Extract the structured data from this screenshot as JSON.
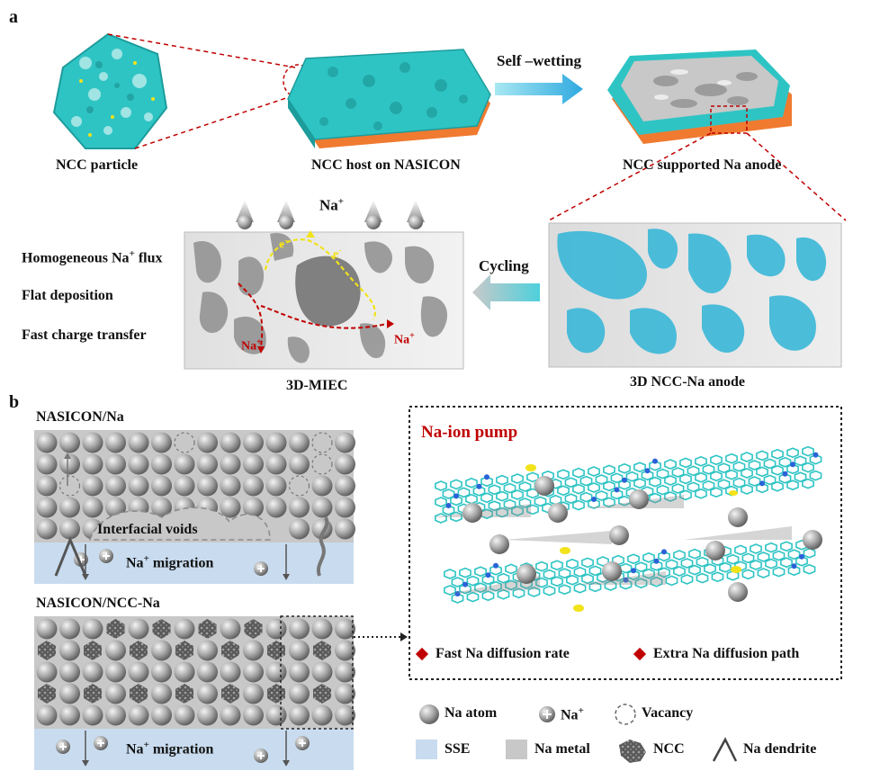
{
  "panel_a": {
    "letter": "a",
    "particle_label": "NCC particle",
    "host_label": "NCC host on NASICON",
    "anode_label": "NCC supported Na anode",
    "self_wetting_label": "Self –wetting",
    "cycling_label": "Cycling",
    "na_plus_top": "Na",
    "na_plus_sup": "+",
    "electron_label_1": "e",
    "electron_label_2": "e",
    "electron_sup": "-",
    "na_left": "Na",
    "na_right": "Na",
    "miec_label": "3D-MIEC",
    "ncc_na_label": "3D NCC-Na anode",
    "features": [
      {
        "pre": "Homogeneous Na",
        "sup": "+",
        "post": " flux"
      },
      {
        "pre": "Flat deposition",
        "sup": "",
        "post": ""
      },
      {
        "pre": "Fast charge transfer",
        "sup": "",
        "post": ""
      }
    ]
  },
  "panel_b": {
    "letter": "b",
    "top_title": "NASICON/Na",
    "bottom_title": "NASICON/NCC-Na",
    "voids_label": "Interfacial voids",
    "migration_top": "Na",
    "migration_bottom": "Na",
    "migration_suffix": " migration",
    "pump_title": "Na-ion pump",
    "pump_points": [
      "Fast Na diffusion rate",
      "Extra Na diffusion path"
    ],
    "legend": {
      "na_atom": "Na atom",
      "na_ion": "Na",
      "vacancy": "Vacancy",
      "sse": "SSE",
      "na_metal": "Na metal",
      "ncc": "NCC",
      "dendrite": "Na dendrite"
    }
  },
  "colors": {
    "ncc_cyan": "#2fc4c4",
    "substrate_orange": "#f07a30",
    "sse_blue": "#c9dcef",
    "na_grey": "#b5b5b5",
    "accent_red": "#c00000",
    "electron_yellow": "#f2e21a",
    "arrow_cyan": "#5ad0e0"
  }
}
